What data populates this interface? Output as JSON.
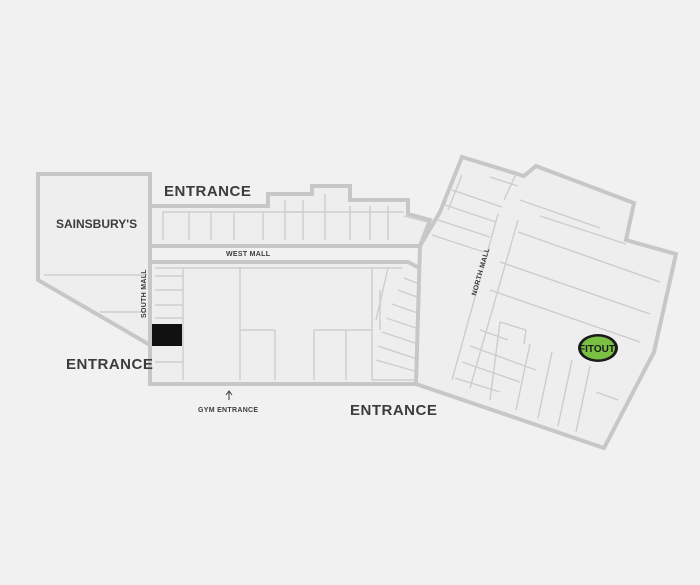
{
  "labels": {
    "entrance_top": "ENTRANCE",
    "entrance_left": "ENTRANCE",
    "entrance_bottom": "ENTRANCE",
    "sainsburys": "SAINSBURY'S",
    "west_mall": "WEST MALL",
    "south_mall": "SOUTH MALL",
    "north_mall": "NORTH MALL",
    "gym_entrance": "GYM ENTRANCE"
  },
  "logo": {
    "text": "FITOUT",
    "colors": {
      "green": "#7ac143",
      "dark": "#1a1a1a"
    }
  },
  "highlight_unit_color": "#111111",
  "colors": {
    "background": "#f1f1f1",
    "walls": "#c7c7c7",
    "text": "#3c3c3c"
  }
}
